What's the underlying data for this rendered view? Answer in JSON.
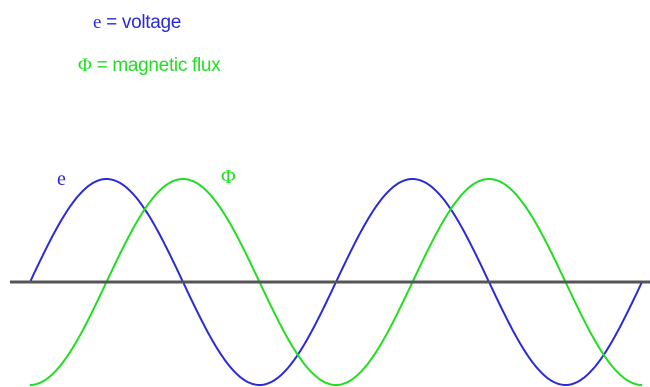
{
  "legend": {
    "voltage": {
      "symbol": "e",
      "equals": " = ",
      "text": "voltage"
    },
    "flux": {
      "symbol": "Φ",
      "equals": " = ",
      "text": "magnetic flux"
    }
  },
  "curves": {
    "voltage": {
      "label": "e",
      "color": "#2a2ad8"
    },
    "flux": {
      "label": "Φ",
      "color": "#22dd22"
    }
  },
  "axis": {
    "color": "#555555"
  },
  "waves": {
    "cycles_shown": 2,
    "phase_lag_degrees": 90
  }
}
